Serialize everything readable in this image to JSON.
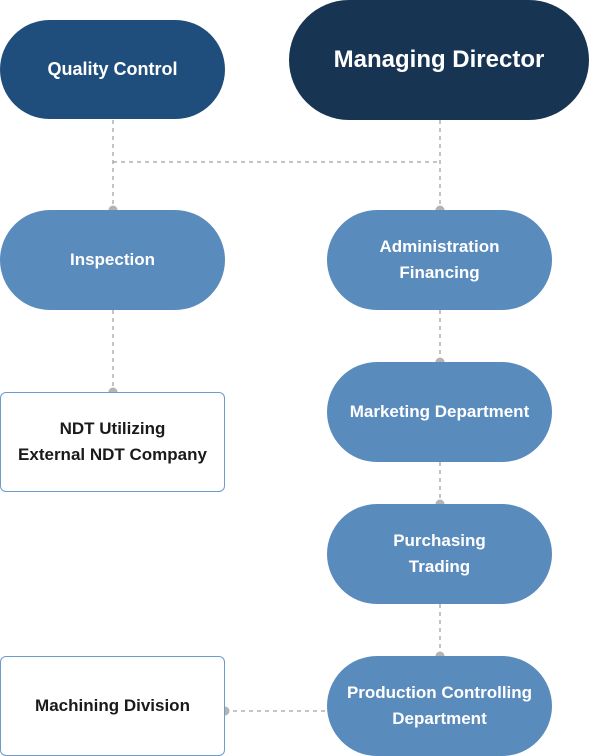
{
  "diagram": {
    "nodes": {
      "quality_control": {
        "lines": [
          "Quality Control"
        ]
      },
      "managing_director": {
        "lines": [
          "Managing Director"
        ]
      },
      "inspection": {
        "lines": [
          "Inspection"
        ]
      },
      "administration": {
        "lines": [
          "Administration",
          "Financing"
        ]
      },
      "ndt": {
        "lines": [
          "NDT Utilizing",
          "External NDT Company"
        ]
      },
      "marketing": {
        "lines": [
          "Marketing Department"
        ]
      },
      "purchasing": {
        "lines": [
          "Purchasing",
          "Trading"
        ]
      },
      "machining": {
        "lines": [
          "Machining Division"
        ]
      },
      "production": {
        "lines": [
          "Production Controlling",
          "Department"
        ]
      }
    },
    "colors": {
      "dark_pill": "#1f4e7c",
      "director_pill": "#173553",
      "mid_pill": "#5a8bbd",
      "box_border": "#6d9bcb",
      "connector": "#8a8a8a",
      "connector_dot": "#b4b4b4"
    }
  }
}
